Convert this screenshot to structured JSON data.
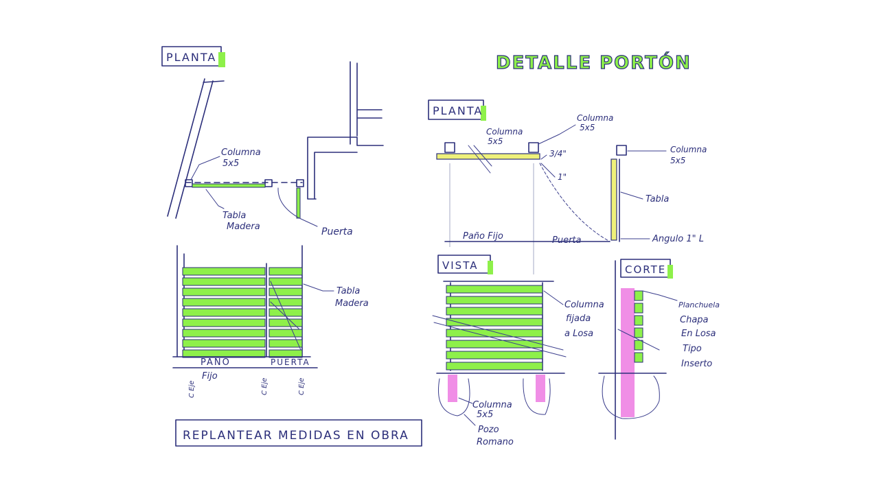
{
  "title": "DETALLE PORTÓN",
  "left": {
    "plan_label": "PLANTA",
    "columna_note": [
      "Columna",
      "5x5"
    ],
    "tabla_note": [
      "Tabla",
      "Madera"
    ],
    "puerta_note": "Puerta",
    "elev_tabla_note": [
      "Tabla",
      "Madera"
    ],
    "pano_label": "PAÑO",
    "fijo_label": "Fijo",
    "puerta_label": "PUERTA",
    "eje_label": "C Eje",
    "replantear": "REPLANTEAR MEDIDAS EN OBRA"
  },
  "right": {
    "plan_label": "PLANTA",
    "columna_a": [
      "Columna",
      "5x5"
    ],
    "columna_b": [
      "Columna",
      "5x5"
    ],
    "columna_c": [
      "Columna",
      "5x5"
    ],
    "dim_three_quarter": "3/4\"",
    "dim_one": "1\"",
    "tabla": "Tabla",
    "angulo": "Angulo 1\" L",
    "pano_fijo": "Paño Fijo",
    "puerta": "Puerta",
    "vista_label": "VISTA",
    "columna_fijada": [
      "Columna",
      "fijada",
      "a Losa"
    ],
    "columna_base": [
      "Columna",
      "5x5"
    ],
    "pozo": [
      "Pozo",
      "Romano"
    ],
    "corte_label": "CORTE",
    "chapa_note": [
      "Planchuela",
      "Chapa",
      "En Losa",
      "Tipo",
      "Inserto"
    ]
  },
  "colors": {
    "ink": "#2b2e7a",
    "green": "#8ef04a",
    "yellow": "#eef07a",
    "pink": "#f08ee6"
  }
}
